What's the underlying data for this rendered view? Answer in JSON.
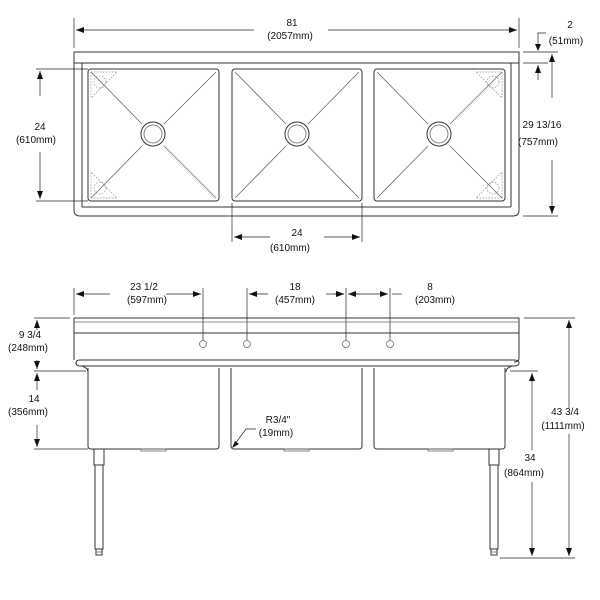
{
  "drawing": {
    "title": "Three-compartment sink dimensional drawing",
    "line_color": "#333333",
    "background": "#ffffff"
  },
  "top_view": {
    "overall_width": {
      "in": "81",
      "mm": "(2057mm)"
    },
    "backsplash_depth": {
      "in": "2",
      "mm": "(51mm)"
    },
    "overall_depth": {
      "in": "29 13/16",
      "mm": "(757mm)"
    },
    "bowl_depth": {
      "in": "24",
      "mm": "(610mm)"
    },
    "bowl_width": {
      "in": "24",
      "mm": "(610mm)"
    },
    "compartments": 3
  },
  "front_view": {
    "faucet_offset_1": {
      "in": "23 1/2",
      "mm": "(597mm)"
    },
    "faucet_spacing_middle": {
      "in": "18",
      "mm": "(457mm)"
    },
    "faucet_center": {
      "in": "8",
      "mm": "(203mm)"
    },
    "backsplash_height": {
      "in": "9 3/4",
      "mm": "(248mm)"
    },
    "bowl_height": {
      "in": "14",
      "mm": "(356mm)"
    },
    "corner_radius": {
      "in": "R3/4\"",
      "mm": "(19mm)"
    },
    "rim_height": {
      "in": "34",
      "mm": "(864mm)"
    },
    "overall_height": {
      "in": "43 3/4",
      "mm": "(1111mm)"
    }
  }
}
